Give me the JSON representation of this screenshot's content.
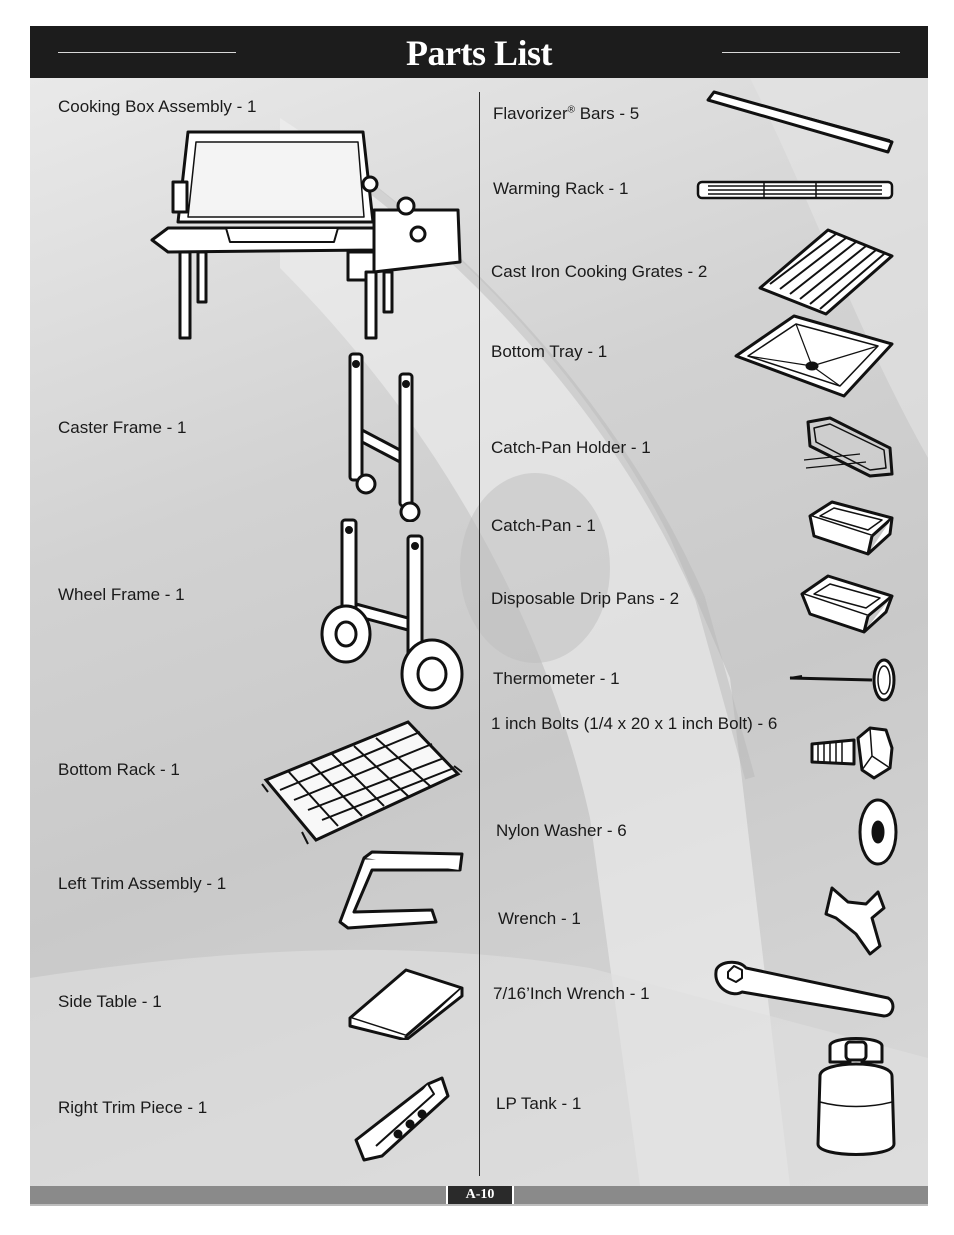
{
  "title": "Parts List",
  "page_number": "A-10",
  "left_column": [
    {
      "id": "cooking-box",
      "label": "Cooking Box Assembly - 1"
    },
    {
      "id": "caster-frame",
      "label": "Caster Frame - 1"
    },
    {
      "id": "wheel-frame",
      "label": "Wheel Frame - 1"
    },
    {
      "id": "bottom-rack",
      "label": "Bottom Rack - 1"
    },
    {
      "id": "left-trim",
      "label": "Left Trim Assembly - 1"
    },
    {
      "id": "side-table",
      "label": "Side Table - 1"
    },
    {
      "id": "right-trim",
      "label": "Right Trim Piece - 1"
    }
  ],
  "right_column": [
    {
      "id": "flavorizer",
      "label": "Flavorizer",
      "label_sup": "®",
      "label_suffix": " Bars - 5"
    },
    {
      "id": "warming-rack",
      "label": "Warming Rack - 1"
    },
    {
      "id": "cooking-grates",
      "label": "Cast Iron Cooking Grates - 2"
    },
    {
      "id": "bottom-tray",
      "label": "Bottom Tray - 1"
    },
    {
      "id": "catch-pan-holder",
      "label": "Catch-Pan Holder - 1"
    },
    {
      "id": "catch-pan",
      "label": "Catch-Pan - 1"
    },
    {
      "id": "drip-pans",
      "label": "Disposable Drip Pans - 2"
    },
    {
      "id": "thermometer",
      "label": "Thermometer - 1"
    },
    {
      "id": "bolts",
      "label": "1 inch Bolts (1/4 x 20 x 1 inch Bolt) - 6"
    },
    {
      "id": "nylon-washer",
      "label": "Nylon Washer - 6"
    },
    {
      "id": "wrench",
      "label": "Wrench - 1"
    },
    {
      "id": "wrench-716",
      "label": "7/16’Inch Wrench - 1"
    },
    {
      "id": "lp-tank",
      "label": "LP Tank - 1"
    }
  ]
}
